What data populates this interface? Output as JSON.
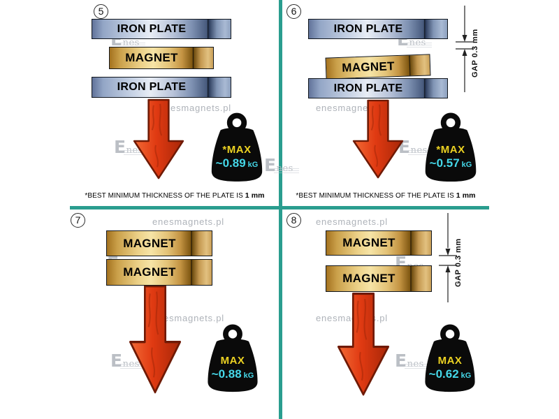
{
  "colors": {
    "divider_teal": "#2a9d8f",
    "arrow_red": "#e8401a",
    "magnet_gold": "#d9a84e",
    "plate_steel": "#93a6c6",
    "weight_black": "#0a0a0a",
    "max_yellow": "#ecd222",
    "value_cyan": "#45d7e8"
  },
  "watermark": {
    "url_text": "enesmagnets.pl",
    "logo_text": "Enes"
  },
  "panels": [
    {
      "number": "5",
      "layers": [
        "IRON PLATE",
        "MAGNET",
        "IRON PLATE"
      ],
      "weight": {
        "max_label": "*MAX",
        "value": "~0.89",
        "unit": "kG"
      },
      "footnote_prefix": "*BEST MINIMUM THICKNESS OF THE PLATE IS ",
      "footnote_bold": "1 mm"
    },
    {
      "number": "6",
      "layers": [
        "IRON PLATE",
        "MAGNET",
        "IRON PLATE"
      ],
      "gap_label": "GAP  0.3 mm",
      "weight": {
        "max_label": "*MAX",
        "value": "~0.57",
        "unit": "kG"
      },
      "footnote_prefix": "*BEST MINIMUM THICKNESS OF THE PLATE IS ",
      "footnote_bold": "1 mm"
    },
    {
      "number": "7",
      "layers": [
        "MAGNET",
        "MAGNET"
      ],
      "weight": {
        "max_label": "MAX",
        "value": "~0.88",
        "unit": "kG"
      }
    },
    {
      "number": "8",
      "layers": [
        "MAGNET",
        "MAGNET"
      ],
      "gap_label": "GAP  0.3 mm",
      "weight": {
        "max_label": "MAX",
        "value": "~0.62",
        "unit": "kG"
      }
    }
  ]
}
